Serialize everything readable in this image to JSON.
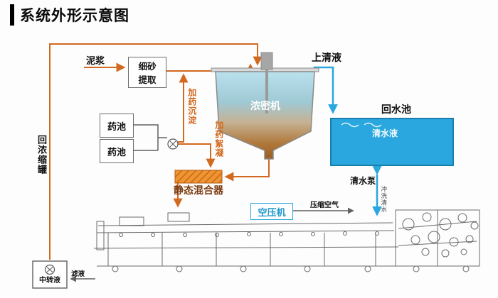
{
  "title": "系统外形示意图",
  "labels": {
    "mud": "泥浆",
    "fine_sand_extraction": "细砂提取",
    "supernatant": "上清液",
    "thickener": "浓密机",
    "return_pool": "回水池",
    "clear_water": "清水液",
    "clear_water_pump": "清水泵",
    "flush_water": "冲洗清水",
    "med_pool_1": "药池",
    "med_pool_2": "药池",
    "dosing_sedimentation": "加药沉淀",
    "dosing_flocculation": "加药絮凝",
    "static_mixer": "静态混合器",
    "return_concentrate_tank": "回浓缩罐",
    "transfer_liquid": "中转液",
    "filtrate": "滤液",
    "air_compressor": "空压机",
    "compressed_air": "压缩空气"
  },
  "colors": {
    "pipe_orange": "#d2691e",
    "water_blue": "#29a7de",
    "machine_gray": "#6b6b6b",
    "mixer_orange": "#ef9433",
    "compressor_blue": "#1f97cc",
    "thickener_top": "#aad8e9",
    "thickener_bottom": "#9c5d22"
  }
}
